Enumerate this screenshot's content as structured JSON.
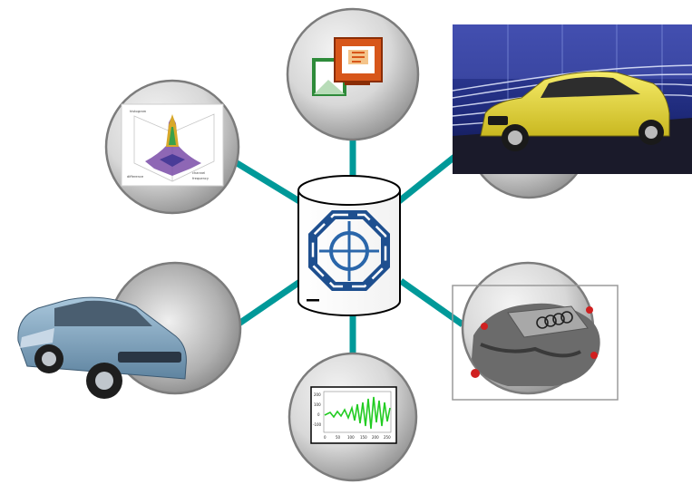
{
  "diagram": {
    "type": "hub-and-spoke",
    "hub": {
      "shape": "database-cylinder",
      "icon": "octagon-crosshair-logo-icon"
    },
    "connector_color": "#009999",
    "nodes": [
      {
        "id": "presentation",
        "icon": "presentation-slides-icon"
      },
      {
        "id": "wind-tunnel",
        "icon": "yellow-car-wind-tunnel-photo"
      },
      {
        "id": "3d-histogram",
        "icon": "3d-histogram-plot-icon"
      },
      {
        "id": "suv",
        "icon": "blue-suv-photo"
      },
      {
        "id": "engine",
        "icon": "v8-engine-photo"
      },
      {
        "id": "signal-plot",
        "icon": "signal-line-plot-icon"
      }
    ],
    "signal_plot": {
      "y_ticks": [
        "200",
        "100",
        "0",
        "-100"
      ],
      "x_ticks": [
        "0",
        "50",
        "100",
        "150",
        "200",
        "250"
      ]
    },
    "histogram_plot": {
      "labels": [
        "histogram",
        "difference",
        "channel",
        "frequency"
      ]
    },
    "colors": {
      "node_fill_light": "#ececec",
      "node_fill_dark": "#9a9a9a",
      "car_yellow": "#e8dc3c",
      "suv_blue": "#7fa3be",
      "signal_green": "#22cc22"
    }
  }
}
